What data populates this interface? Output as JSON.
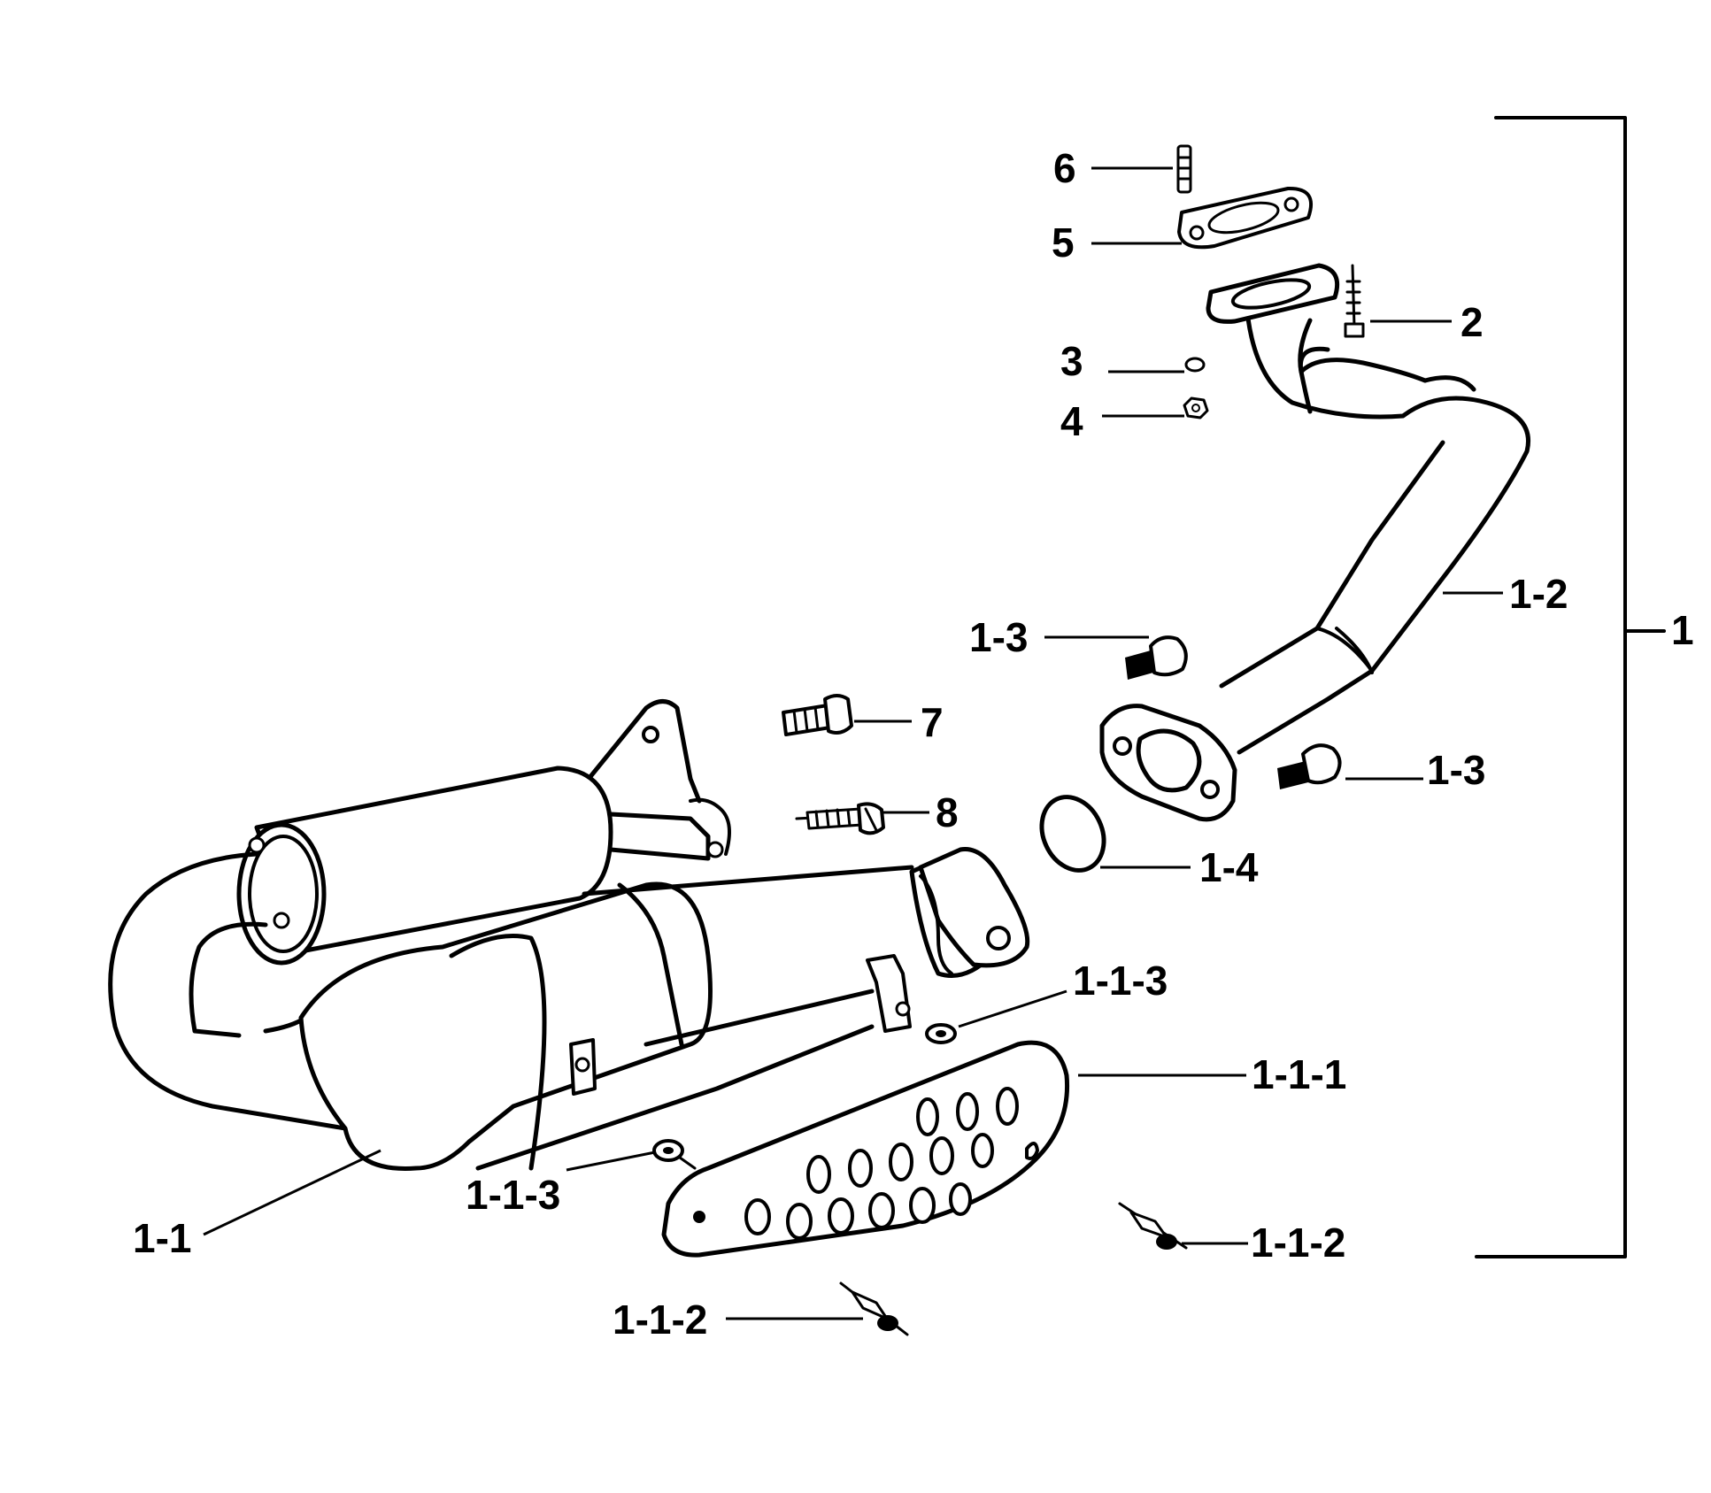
{
  "labels": {
    "l_1": "1",
    "l_2": "2",
    "l_3": "3",
    "l_4": "4",
    "l_5": "5",
    "l_6": "6",
    "l_7": "7",
    "l_8": "8",
    "l_1_1": "1-1",
    "l_1_2": "1-2",
    "l_1_3_a": "1-3",
    "l_1_3_b": "1-3",
    "l_1_4": "1-4",
    "l_1_1_1": "1-1-1",
    "l_1_1_2_a": "1-1-2",
    "l_1_1_2_b": "1-1-2",
    "l_1_1_3_a": "1-1-3",
    "l_1_1_3_b": "1-1-3"
  }
}
